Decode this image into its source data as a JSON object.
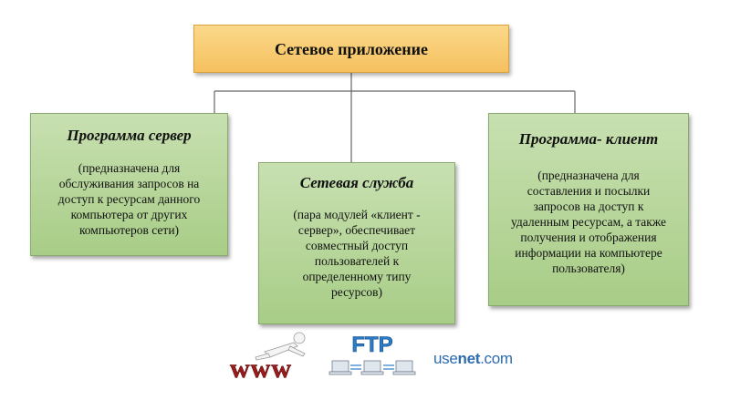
{
  "diagram": {
    "root": {
      "title": "Сетевое приложение"
    },
    "nodes": [
      {
        "title": "Программа сервер",
        "description_lines": [
          "(предназначена для",
          "обслуживания запросов на",
          "доступ к ресурсам данного",
          "компьютера от других",
          "компьютеров сети)"
        ]
      },
      {
        "title": "Сетевая служба",
        "description_lines": [
          "(пара модулей «клиент -",
          "сервер», обеспечивает",
          "совместный доступ",
          "пользователей к",
          "определенному типу",
          "ресурсов)"
        ]
      },
      {
        "title": "Программа- клиент",
        "description_lines": [
          "(предназначена для",
          "составления и посылки",
          "запросов на доступ к",
          "удаленным ресурсам, а также",
          "получения и отображения",
          "информации на компьютере",
          "пользователя)"
        ]
      }
    ]
  },
  "logos": {
    "www": "www",
    "ftp": "FTP",
    "usenet_prefix": "use",
    "usenet_main": "net",
    "usenet_suffix": ".com"
  },
  "colors": {
    "box_green": "#a8cd87",
    "box_orange": "#f5c05f",
    "connector": "#666666",
    "www_red": "#9c1b1b",
    "ftp_blue": "#2a7bc8",
    "usenet_blue": "#2d6bb3"
  }
}
